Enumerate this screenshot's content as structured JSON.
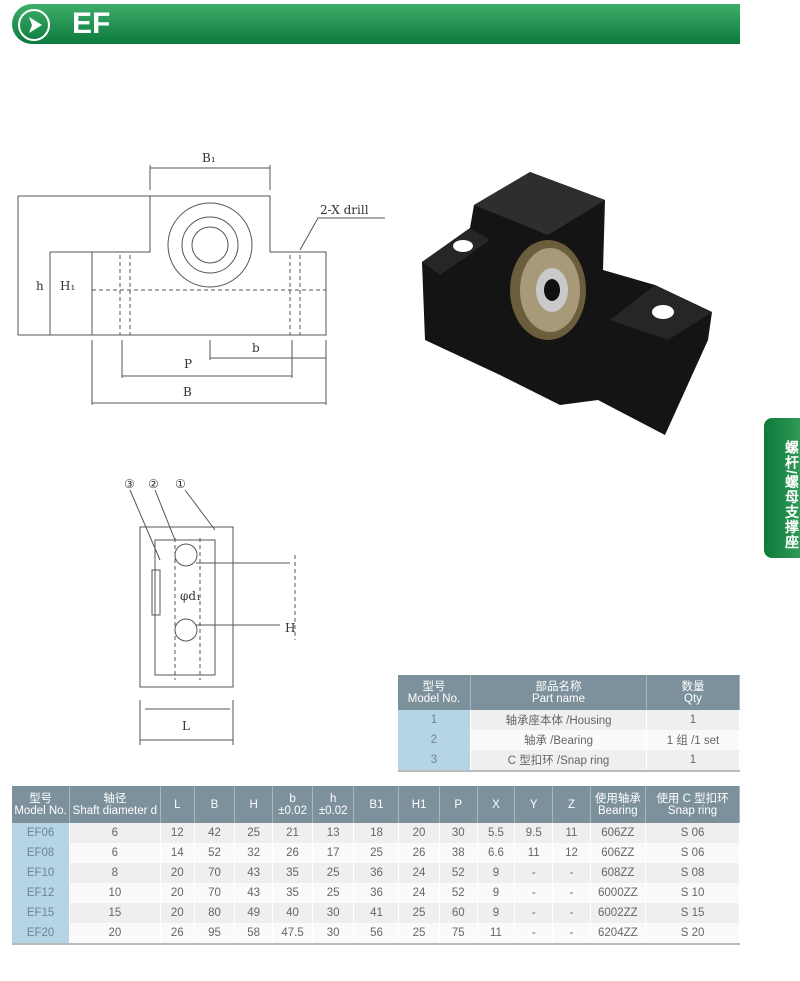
{
  "header": {
    "title": "EF",
    "icon": "play-arrow-icon"
  },
  "side_tab": {
    "label": "螺杆/螺母支撑座"
  },
  "drawing_labels": {
    "B1": "B₁",
    "drill": "2-X drill",
    "h": "h",
    "H1": "H₁",
    "P": "P",
    "b": "b",
    "B": "B",
    "n3": "③",
    "n2": "②",
    "n1": "①",
    "d1": "φd₁",
    "H": "H",
    "L": "L"
  },
  "parts_table": {
    "headers": [
      {
        "cn": "型号",
        "en": "Model No."
      },
      {
        "cn": "部品名称",
        "en": "Part name"
      },
      {
        "cn": "数量",
        "en": "Qty"
      }
    ],
    "rows": [
      [
        "1",
        "轴承座本体 /Housing",
        "1"
      ],
      [
        "2",
        "轴承 /Bearing",
        "1 组 /1 set"
      ],
      [
        "3",
        "C 型扣环 /Snap ring",
        "1"
      ]
    ]
  },
  "spec_table": {
    "headers": [
      {
        "cn": "型号",
        "en": "Model No."
      },
      {
        "cn": "轴径",
        "en": "Shaft diameter d"
      },
      {
        "cn": "",
        "en": "L"
      },
      {
        "cn": "",
        "en": "B"
      },
      {
        "cn": "",
        "en": "H"
      },
      {
        "cn": "b",
        "en": "±0.02"
      },
      {
        "cn": "h",
        "en": "±0.02"
      },
      {
        "cn": "",
        "en": "B1"
      },
      {
        "cn": "",
        "en": "H1"
      },
      {
        "cn": "",
        "en": "P"
      },
      {
        "cn": "",
        "en": "X"
      },
      {
        "cn": "",
        "en": "Y"
      },
      {
        "cn": "",
        "en": "Z"
      },
      {
        "cn": "使用轴承",
        "en": "Bearing"
      },
      {
        "cn": "使用 C 型扣环",
        "en": "Snap ring"
      }
    ],
    "rows": [
      [
        "EF06",
        "6",
        "12",
        "42",
        "25",
        "21",
        "13",
        "18",
        "20",
        "30",
        "5.5",
        "9.5",
        "11",
        "606ZZ",
        "S 06"
      ],
      [
        "EF08",
        "6",
        "14",
        "52",
        "32",
        "26",
        "17",
        "25",
        "26",
        "38",
        "6.6",
        "11",
        "12",
        "606ZZ",
        "S 06"
      ],
      [
        "EF10",
        "8",
        "20",
        "70",
        "43",
        "35",
        "25",
        "36",
        "24",
        "52",
        "9",
        "-",
        "-",
        "608ZZ",
        "S 08"
      ],
      [
        "EF12",
        "10",
        "20",
        "70",
        "43",
        "35",
        "25",
        "36",
        "24",
        "52",
        "9",
        "-",
        "-",
        "6000ZZ",
        "S 10"
      ],
      [
        "EF15",
        "15",
        "20",
        "80",
        "49",
        "40",
        "30",
        "41",
        "25",
        "60",
        "9",
        "-",
        "-",
        "6002ZZ",
        "S 15"
      ],
      [
        "EF20",
        "20",
        "26",
        "95",
        "58",
        "47.5",
        "30",
        "56",
        "25",
        "75",
        "11",
        "-",
        "-",
        "6204ZZ",
        "S 20"
      ]
    ]
  }
}
